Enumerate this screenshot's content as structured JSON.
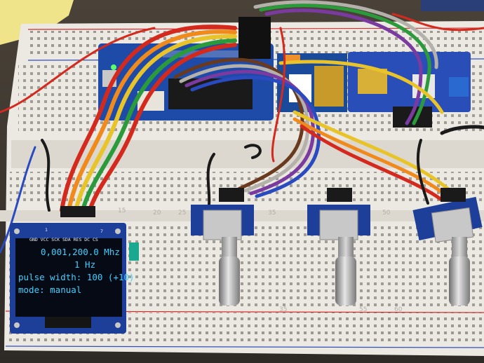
{
  "oled": {
    "pin_labels": "GND VCC SCK SDA RES DC CS",
    "pin_first": "1",
    "pin_last": "7",
    "line1": "0,001,200.0 Mhz",
    "line2": "1 Hz",
    "line3": "pulse width: 100 (+10)",
    "line4": "mode: manual"
  },
  "breadboard": {
    "column_numbers": [
      "15",
      "20",
      "25",
      "35",
      "50",
      "55",
      "60"
    ]
  },
  "colors": {
    "breadboard": "#ece9e2",
    "oled_pcb": "#1d3f9a",
    "oled_text": "#3fd0ff",
    "arduino": "#1e4aa8",
    "wire_red": "#d42a1e",
    "wire_orange": "#f08a1c",
    "wire_yellow": "#e8c42a",
    "wire_green": "#2a9a3a",
    "wire_blue": "#2a4ac0",
    "wire_purple": "#7a3aa0",
    "wire_gray": "#b4b0aa",
    "wire_brown": "#6a3a1e",
    "wire_black": "#1a1a1a"
  },
  "icons": [
    "arduino-board",
    "oled-display",
    "rotary-encoder",
    "gps-module",
    "dds-module"
  ]
}
